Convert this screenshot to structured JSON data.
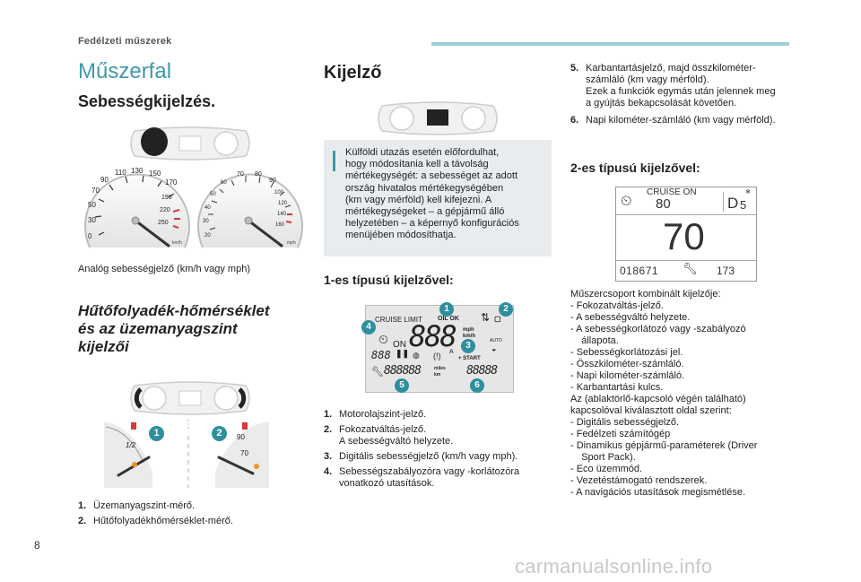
{
  "header": {
    "section": "Fedélzeti műszerek",
    "page_number": "8"
  },
  "watermark": "carmanualsonline.info",
  "left": {
    "title": "Műszerfal",
    "speed_heading": "Sebességkijelzés.",
    "speed_caption": "Analóg sebességjelző (km/h vagy mph)",
    "gauge_kmh_ticks": [
      "0",
      "30",
      "50",
      "70",
      "90",
      "110",
      "130",
      "150",
      "170",
      "190",
      "220",
      "250"
    ],
    "gauge_mph_ticks": [
      "20",
      "30",
      "40",
      "50",
      "60",
      "70",
      "80",
      "90",
      "100",
      "120",
      "140",
      "160"
    ],
    "gauge_kmh_unit": "km/h",
    "gauge_mph_unit": "mph",
    "coolant_heading": "Hűtőfolyadék-hőmérséklet és az üzemanyagszint kijelzői",
    "coolant_heading_lines": [
      "Hűtőfolyadék-hőmérséklet",
      "és az üzemanyagszint",
      "kijelzői"
    ],
    "fuel_label": "1/2",
    "temp_labels": [
      "90",
      "70"
    ],
    "items": [
      {
        "num": "1.",
        "text": "Üzemanyagszint-mérő."
      },
      {
        "num": "2.",
        "text": "Hűtőfolyadékhőmérséklet-mérő."
      }
    ],
    "badges": [
      "1",
      "2"
    ]
  },
  "middle": {
    "title": "Kijelző",
    "info_lines": [
      "Külföldi utazás esetén előfordulhat,",
      "hogy módosítania kell a távolság",
      "mértékegységét: a sebességet az adott",
      "ország hivatalos mértékegységében",
      "(km vagy mérföld) kell kifejezni. A",
      "mértékegységeket – a gépjármű álló",
      "helyzetében – a képernyő konfigurációs",
      "menüjében módosíthatja."
    ],
    "type1_heading": "1-es típusú kijelzővel:",
    "lcd": {
      "cruise_limit": "CRUISE LIMIT",
      "oil_ok": "OIL OK",
      "on": "ON",
      "digits": "888",
      "unit_mph": "mph",
      "unit_kmh": "km/h",
      "small_digits": "888",
      "start": "+ START",
      "auto": "AUTO",
      "odo": "888888",
      "miles": "miles",
      "km": "km",
      "trip": "88888"
    },
    "badges": [
      "1",
      "2",
      "3",
      "4",
      "5",
      "6"
    ],
    "items": [
      {
        "num": "1.",
        "lines": [
          "Motorolajszint-jelző."
        ]
      },
      {
        "num": "2.",
        "lines": [
          "Fokozatváltás-jelző.",
          "A sebességváltó helyzete."
        ]
      },
      {
        "num": "3.",
        "lines": [
          "Digitális sebességjelző (km/h vagy mph)."
        ]
      },
      {
        "num": "4.",
        "lines": [
          "Sebességszabályozóra vagy -korlátozóra",
          "vonatkozó utasítások."
        ]
      }
    ]
  },
  "right": {
    "items": [
      {
        "num": "5.",
        "lines": [
          "Karbantartásjelző, majd összkilométer-",
          "számláló (km vagy mérföld).",
          "Ezek a funkciók egymás után jelennek meg",
          "a gyújtás bekapcsolását követően."
        ]
      },
      {
        "num": "6.",
        "lines": [
          "Napi kilométer-számláló (km vagy mérföld)."
        ]
      }
    ],
    "type2_heading": "2-es típusú kijelzővel:",
    "display": {
      "cruise_on": "CRUISE ON",
      "set_speed": "80",
      "gear": "D",
      "gear_sub": "5",
      "speed": "70",
      "odometer": "018671",
      "service": "173"
    },
    "desc_lines": [
      "Műszercsoport kombinált kijelzője:",
      "-  Fokozatváltás-jelző.",
      "-  A sebességváltó helyzete.",
      "-  A sebességkorlátozó vagy -szabályozó",
      "    állapota.",
      "-  Sebességkorlátozási jel.",
      "-  Összkilométer-számláló.",
      "-  Napi kilométer-számláló.",
      "-  Karbantartási kulcs.",
      "Az (ablaktörlő-kapcsoló végén található)",
      "kapcsolóval kiválasztott oldal szerint:",
      "-  Digitális sebességjelző.",
      "-  Fedélzeti számítógép",
      "-  Dinamikus gépjármű-paraméterek (Driver",
      "    Sport Pack).",
      "-  Eco üzemmód.",
      "-  Vezetéstámogató rendszerek.",
      "-  A navigációs utasítások megismétlése."
    ]
  },
  "colors": {
    "accent": "#3e9aab",
    "badge": "#2e8f9e",
    "red": "#d8393a",
    "orange": "#e8962f"
  }
}
